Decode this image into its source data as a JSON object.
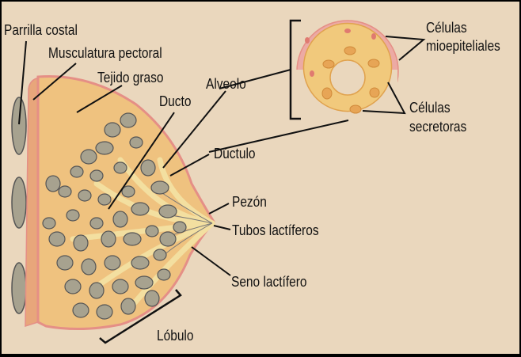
{
  "diagram": {
    "title": "Anatomía de la mama",
    "colors": {
      "background": "#ead7bd",
      "fat_tissue": "#efc27f",
      "muscle": "#e8a67b",
      "skin": "#e58f86",
      "lobule": "#a7a28f",
      "duct": "#f3dfa0",
      "rib": "#a7a28f",
      "myoepithelial": "#ecaaa4",
      "secretory": "#f1c97c",
      "border": "#000000"
    },
    "labels": {
      "rib_cage": "Parrilla costal",
      "pectoral_muscle": "Musculatura pectoral",
      "fat_tissue": "Tejido graso",
      "alveolus": "Alveolo",
      "duct": "Ducto",
      "ductule": "Dúctulo",
      "nipple": "Pezón",
      "lactiferous_ducts": "Tubos lactíferos",
      "lactiferous_sinus": "Seno lactífero",
      "lobule": "Lóbulo",
      "myoepithelial_cells": "Células mioepiteliales",
      "secretory_cells": "Células secretoras"
    },
    "labels_split": {
      "myoepithelial_line1": "Células",
      "myoepithelial_line2": "mioepiteliales",
      "secretory_line1": "Células",
      "secretory_line2": "secretoras"
    }
  }
}
